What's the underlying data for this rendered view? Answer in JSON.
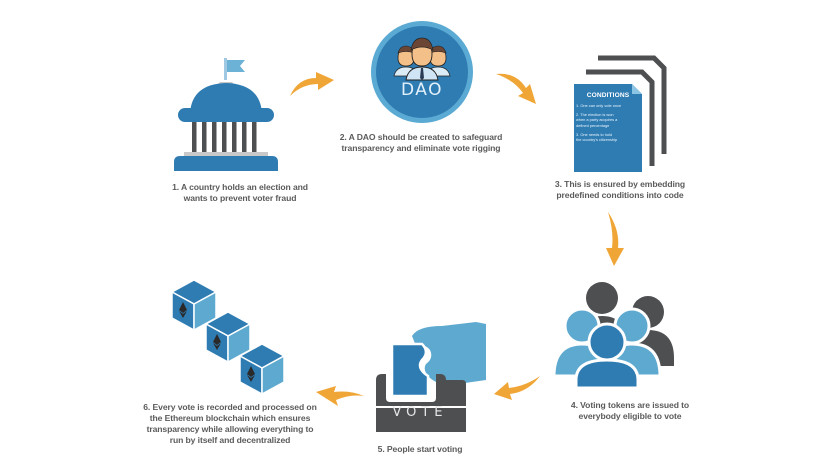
{
  "diagram": {
    "type": "cycle-flow",
    "colors": {
      "primary_blue": "#2f7cb3",
      "light_blue": "#5da9cf",
      "dark_gray": "#4e4f51",
      "light_gray": "#c9c9c9",
      "arrow_orange": "#f0a637",
      "caption_gray": "#5b5b5b"
    },
    "steps": [
      {
        "number": 1,
        "icon": "government-building-icon",
        "caption_lines": [
          "1. A country holds an election and",
          "wants to prevent voter fraud"
        ]
      },
      {
        "number": 2,
        "icon": "dao-group-icon",
        "icon_label": "DAO",
        "caption_lines": [
          "2. A DAO should be created to safeguard",
          "transparency and eliminate vote rigging"
        ]
      },
      {
        "number": 3,
        "icon": "conditions-document-icon",
        "document": {
          "title": "CONDITIONS",
          "items": [
            [
              "1. One can only vote once"
            ],
            [
              "2. The election is won",
              "when a party acquires a",
              "defined percentage"
            ],
            [
              "3. One needs to hold",
              "the country's citizenship"
            ]
          ]
        },
        "caption_lines": [
          "3. This is ensured by embedding",
          "predefined conditions into code"
        ]
      },
      {
        "number": 4,
        "icon": "people-group-icon",
        "caption_lines": [
          "4. Voting tokens are issued to",
          "everybody eligible to vote"
        ]
      },
      {
        "number": 5,
        "icon": "ballot-box-icon",
        "icon_label": "VOTE",
        "caption_lines": [
          "5. People start voting"
        ]
      },
      {
        "number": 6,
        "icon": "ethereum-blockchain-icon",
        "caption_lines": [
          "6. Every vote is recorded and processed on",
          "the Ethereum blockchain which ensures",
          "transparency while allowing everything to",
          "run by itself and decentralized"
        ]
      }
    ],
    "arrows": [
      {
        "from": 1,
        "to": 2,
        "direction": "right"
      },
      {
        "from": 2,
        "to": 3,
        "direction": "down-right"
      },
      {
        "from": 3,
        "to": 4,
        "direction": "down"
      },
      {
        "from": 4,
        "to": 5,
        "direction": "down-left"
      },
      {
        "from": 5,
        "to": 6,
        "direction": "left"
      }
    ]
  }
}
